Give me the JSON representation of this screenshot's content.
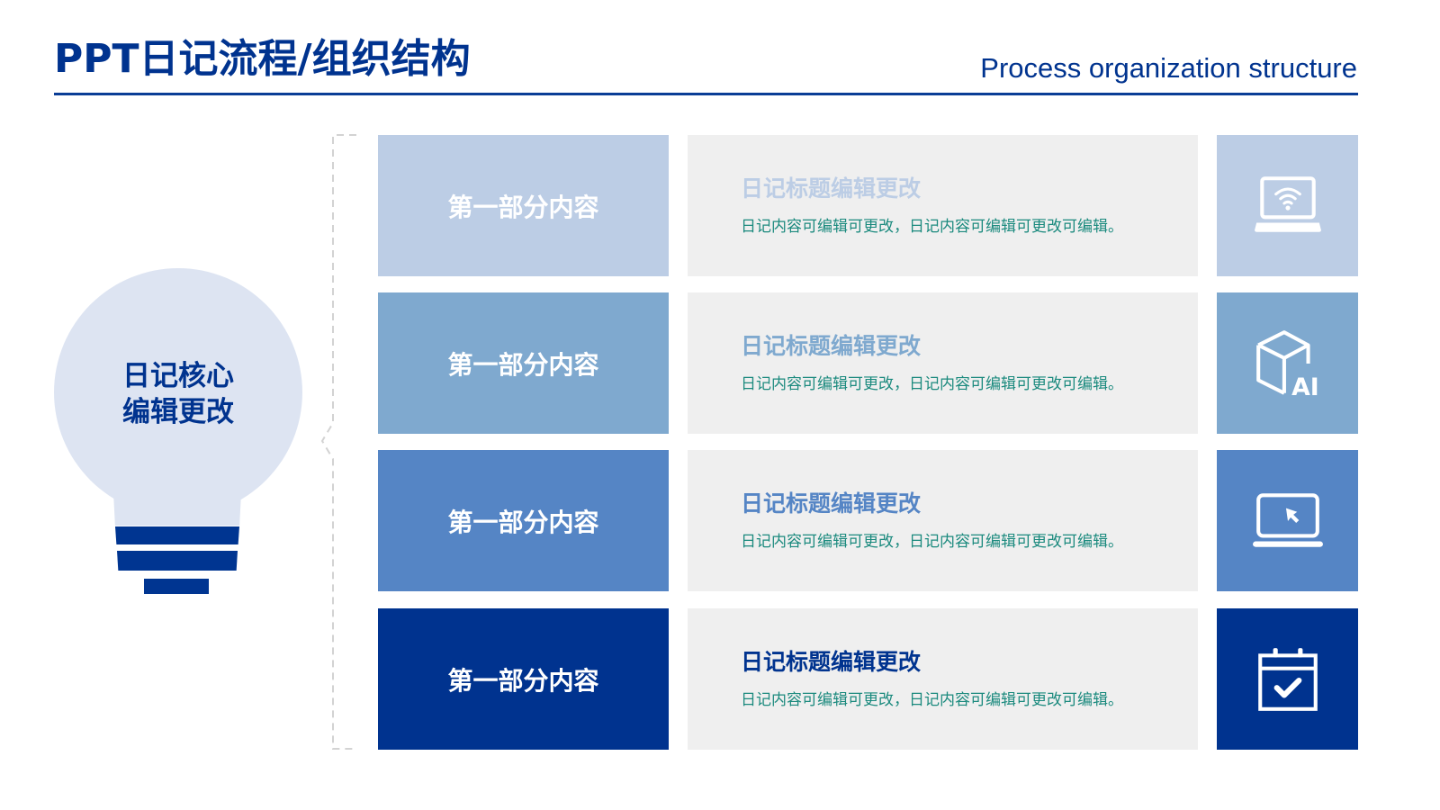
{
  "header": {
    "title": "PPT日记流程/组织结构",
    "subtitle": "Process organization structure"
  },
  "core": {
    "line1": "日记核心",
    "line2": "编辑更改"
  },
  "colors": {
    "primary": "#00338f",
    "bulb": "#dde4f2",
    "content_bg": "#efefef",
    "desc_text": "#1b8a7e"
  },
  "rows": [
    {
      "label": "第一部分内容",
      "title": "日记标题编辑更改",
      "desc": "日记内容可编辑可更改，日记内容可编辑可更改可编辑。",
      "icon": "laptop-wifi-icon",
      "color": "#bccde5"
    },
    {
      "label": "第一部分内容",
      "title": "日记标题编辑更改",
      "desc": "日记内容可编辑可更改，日记内容可编辑可更改可编辑。",
      "icon": "cube-ai-icon",
      "color": "#7fa9cf"
    },
    {
      "label": "第一部分内容",
      "title": "日记标题编辑更改",
      "desc": "日记内容可编辑可更改，日记内容可编辑可更改可编辑。",
      "icon": "laptop-cursor-icon",
      "color": "#5585c5"
    },
    {
      "label": "第一部分内容",
      "title": "日记标题编辑更改",
      "desc": "日记内容可编辑可更改，日记内容可编辑可更改可编辑。",
      "icon": "calendar-check-icon",
      "color": "#00338f"
    }
  ]
}
